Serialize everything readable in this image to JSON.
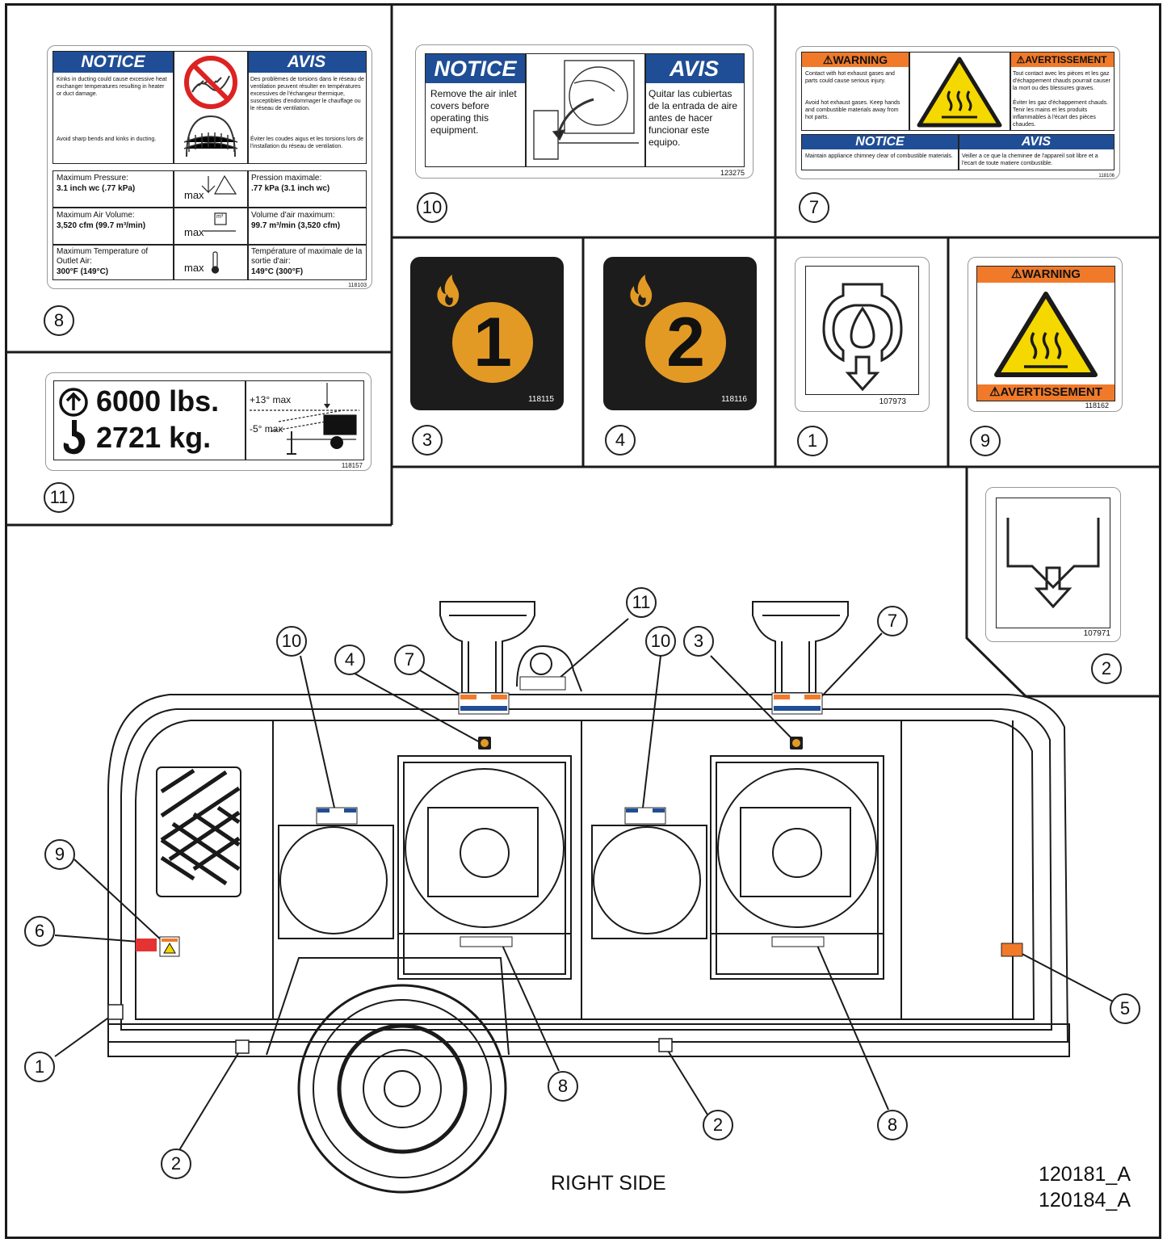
{
  "decal8": {
    "notice": "NOTICE",
    "avis": "AVIS",
    "en_kinks": "Kinks in ducting could cause excessive heat exchanger temperatures resulting in heater or duct damage.",
    "en_avoid": "Avoid sharp bends and kinks in ducting.",
    "fr_kinks": "Des problèmes de torsions dans le réseau de ventilation peuvent résulter en températures excessives de l'échangeur thermique, susceptibles d'endommager le chauffage ou le réseau de ventilation.",
    "fr_avoid": "Éviter les coudes aigus et les torsions lors de l'installation du réseau de ventilation.",
    "max_pressure_label": "Maximum Pressure:",
    "max_pressure_value": "3.1 inch wc (.77 kPa)",
    "max_air_label": "Maximum Air Volume:",
    "max_air_value": "3,520 cfm (99.7 m³/min)",
    "max_temp_label": "Maximum Temperature of Outlet Air:",
    "max_temp_value": "300°F (149°C)",
    "fr_pressure_label": "Pression maximale:",
    "fr_pressure_value": ".77 kPa (3.1 inch wc)",
    "fr_air_label": "Volume d'air maximum:",
    "fr_air_value": "99.7 m³/min (3,520 cfm)",
    "fr_temp_label": "Température of maximale de la sortie d'air:",
    "fr_temp_value": "149°C (300°F)",
    "max": "max",
    "m3": "m³",
    "part": "118103",
    "callout": "8"
  },
  "decal10": {
    "notice": "NOTICE",
    "avis": "AVIS",
    "en_text": "Remove the air inlet covers before operating this equipment.",
    "es_text": "Quitar las cubiertas de la entrada de aire antes de hacer funcionar este equipo.",
    "part": "123275",
    "callout": "10"
  },
  "decal7": {
    "warning": "WARNING",
    "avertissement": "AVERTISSEMENT",
    "en_contact": "Contact with hot exhaust gases and parts could cause serious injury.",
    "en_avoid": "Avoid hot exhaust gases. Keep hands and combustible materials away from hot parts.",
    "fr_contact": "Tout contact avec les pièces et les gaz d'échappement chauds pourrait causer la mort ou des blessures graves.",
    "fr_avoid": "Éviter les gaz d'échappement chauds. Tenir les mains et les produits inflammables à l'écart des pièces chaudes.",
    "notice": "NOTICE",
    "avis": "AVIS",
    "en_notice": "Maintain appliance chimney clear of combustible materials.",
    "fr_notice": "Veiller a ce que la cheminee de l'appareil soit libre et a l'ecart de toute matiere combustible.",
    "part": "118106",
    "callout": "7"
  },
  "decal3": {
    "digit": "1",
    "part": "118115",
    "callout": "3"
  },
  "decal4": {
    "digit": "2",
    "part": "118116",
    "callout": "4"
  },
  "decal1": {
    "part": "107973",
    "callout": "1"
  },
  "decal9": {
    "warning": "WARNING",
    "avertissement": "AVERTISSEMENT",
    "part": "118162",
    "callout": "9"
  },
  "decal11": {
    "lbs": "6000 lbs.",
    "kg": "2721 kg.",
    "plus13": "+13° max",
    "minus5": "-5° max",
    "part": "118157",
    "callout": "11"
  },
  "decal2": {
    "part": "107971",
    "callout": "2"
  },
  "drawing": {
    "caption": "RIGHT SIDE",
    "drawing_no_1": "120181_A",
    "drawing_no_2": "120184_A",
    "callouts": {
      "c10a": "10",
      "c4": "4",
      "c7a": "7",
      "c11": "11",
      "c10b": "10",
      "c3": "3",
      "c7b": "7",
      "c9": "9",
      "c6": "6",
      "c1": "1",
      "c2a": "2",
      "c8a": "8",
      "c2b": "2",
      "c8b": "8",
      "c5": "5"
    }
  },
  "colors": {
    "blue": "#1f4e96",
    "orange": "#f07a2a",
    "amber": "#e39a24",
    "yellow": "#f5d800",
    "black": "#1a1a1a"
  }
}
